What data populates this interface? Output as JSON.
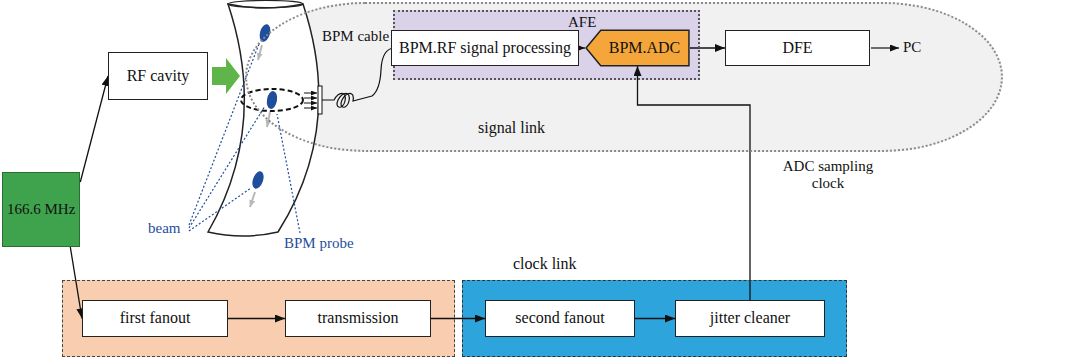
{
  "diagram": {
    "nodes": [
      {
        "text": [
          "166.6 MHz"
        ]
      },
      {
        "text": [
          "RF cavity"
        ]
      },
      {
        "text": [
          "signal link"
        ]
      },
      {
        "text": [
          "AFE"
        ],
        "in": 2
      },
      {
        "text": [
          "BPM.RF signal processing"
        ],
        "in": 3
      },
      {
        "text": [
          "BPM.ADC"
        ],
        "in": 3
      },
      {
        "text": [
          "DFE"
        ],
        "in": 2
      },
      {
        "text": [
          "first fanout"
        ]
      },
      {
        "text": [
          "transmission"
        ]
      },
      {
        "text": [
          "clock link"
        ]
      },
      {
        "text": [
          "second fanout"
        ],
        "in": 9
      },
      {
        "text": [
          "jitter cleaner"
        ],
        "in": 9
      }
    ],
    "edges": [
      {
        "from": 0,
        "to": 1,
        "arrow": "to"
      },
      {
        "from": 0,
        "to": 7,
        "arrow": "to"
      },
      {
        "from": 7,
        "to": 8,
        "arrow": "to"
      },
      {
        "from": 8,
        "to": 10,
        "arrow": "to"
      },
      {
        "from": 10,
        "to": 11,
        "arrow": "to"
      },
      {
        "from": 11,
        "to": 5,
        "arrow": "to"
      },
      {
        "from": 4,
        "to": 5,
        "arrow": "to"
      },
      {
        "from": 5,
        "to": 6,
        "arrow": "to"
      }
    ],
    "labels": [
      "beam",
      "BPM probe",
      "BPM cable",
      "PC",
      "ADC sampling clock"
    ]
  }
}
